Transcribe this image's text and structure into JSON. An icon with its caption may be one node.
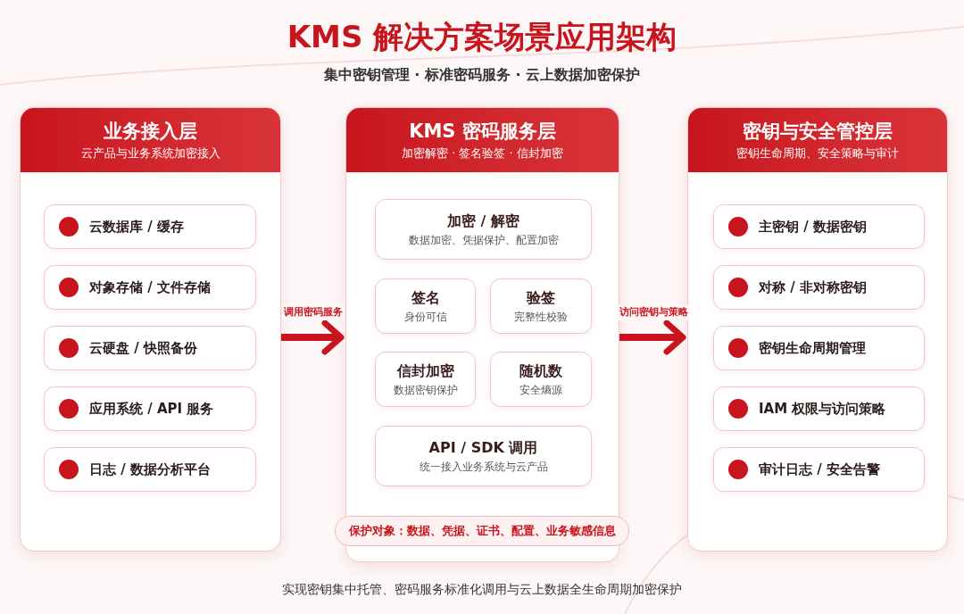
{
  "diagram": {
    "title": "KMS 解决方案场景应用架构",
    "caption": "实现密钥集中托管、密码服务标准化调用与云上数据全生命周期加密保护",
    "nodes": [
      {
        "text": [
          "业务接入层",
          "云产品与业务系统加密接入"
        ]
      },
      {
        "text": [
          "云数据库 / 缓存"
        ],
        "in": 0
      },
      {
        "text": [
          "对象存储 / 文件存储"
        ],
        "in": 0
      },
      {
        "text": [
          "云硬盘 / 快照备份"
        ],
        "in": 0
      },
      {
        "text": [
          "应用系统 / API 服务"
        ],
        "in": 0
      },
      {
        "text": [
          "日志 / 数据分析平台"
        ],
        "in": 0
      },
      {
        "text": [
          "KMS 密码服务层",
          "加密解密 · 签名验签 · 信封加密"
        ]
      },
      {
        "text": [
          "加密 / 解密",
          "数据加密、凭据保护、配置加密"
        ],
        "in": 6
      },
      {
        "text": [
          "签名",
          "身份可信"
        ],
        "in": 6
      },
      {
        "text": [
          "验签",
          "完整性校验"
        ],
        "in": 6
      },
      {
        "text": [
          "信封加密",
          "数据密钥保护"
        ],
        "in": 6
      },
      {
        "text": [
          "随机数",
          "安全熵源"
        ],
        "in": 6
      },
      {
        "text": [
          "API / SDK 调用",
          "统一接入业务系统与云产品"
        ],
        "in": 6
      },
      {
        "text": [
          "保护对象：数据、凭据、证书、配置、业务敏感信息"
        ]
      },
      {
        "text": [
          "密钥与安全管控层",
          "密钥生命周期、安全策略与审计"
        ]
      },
      {
        "text": [
          "主密钥 / 数据密钥"
        ],
        "in": 14
      },
      {
        "text": [
          "对称 / 非对称密钥"
        ],
        "in": 14
      },
      {
        "text": [
          "密钥生命周期管理"
        ],
        "in": 14
      },
      {
        "text": [
          "IAM 权限与访问策略"
        ],
        "in": 14
      },
      {
        "text": [
          "审计日志 / 安全告警"
        ],
        "in": 14
      }
    ],
    "edges": [
      {
        "from": 0,
        "to": 6,
        "arrow": "to",
        "label": "调用密码服务"
      },
      {
        "from": 6,
        "to": 14,
        "arrow": "to",
        "label": "访问密钥与策略"
      }
    ],
    "labels": [
      "集中密钥管理 · 标准密码服务 · 云上数据加密保护"
    ]
  }
}
